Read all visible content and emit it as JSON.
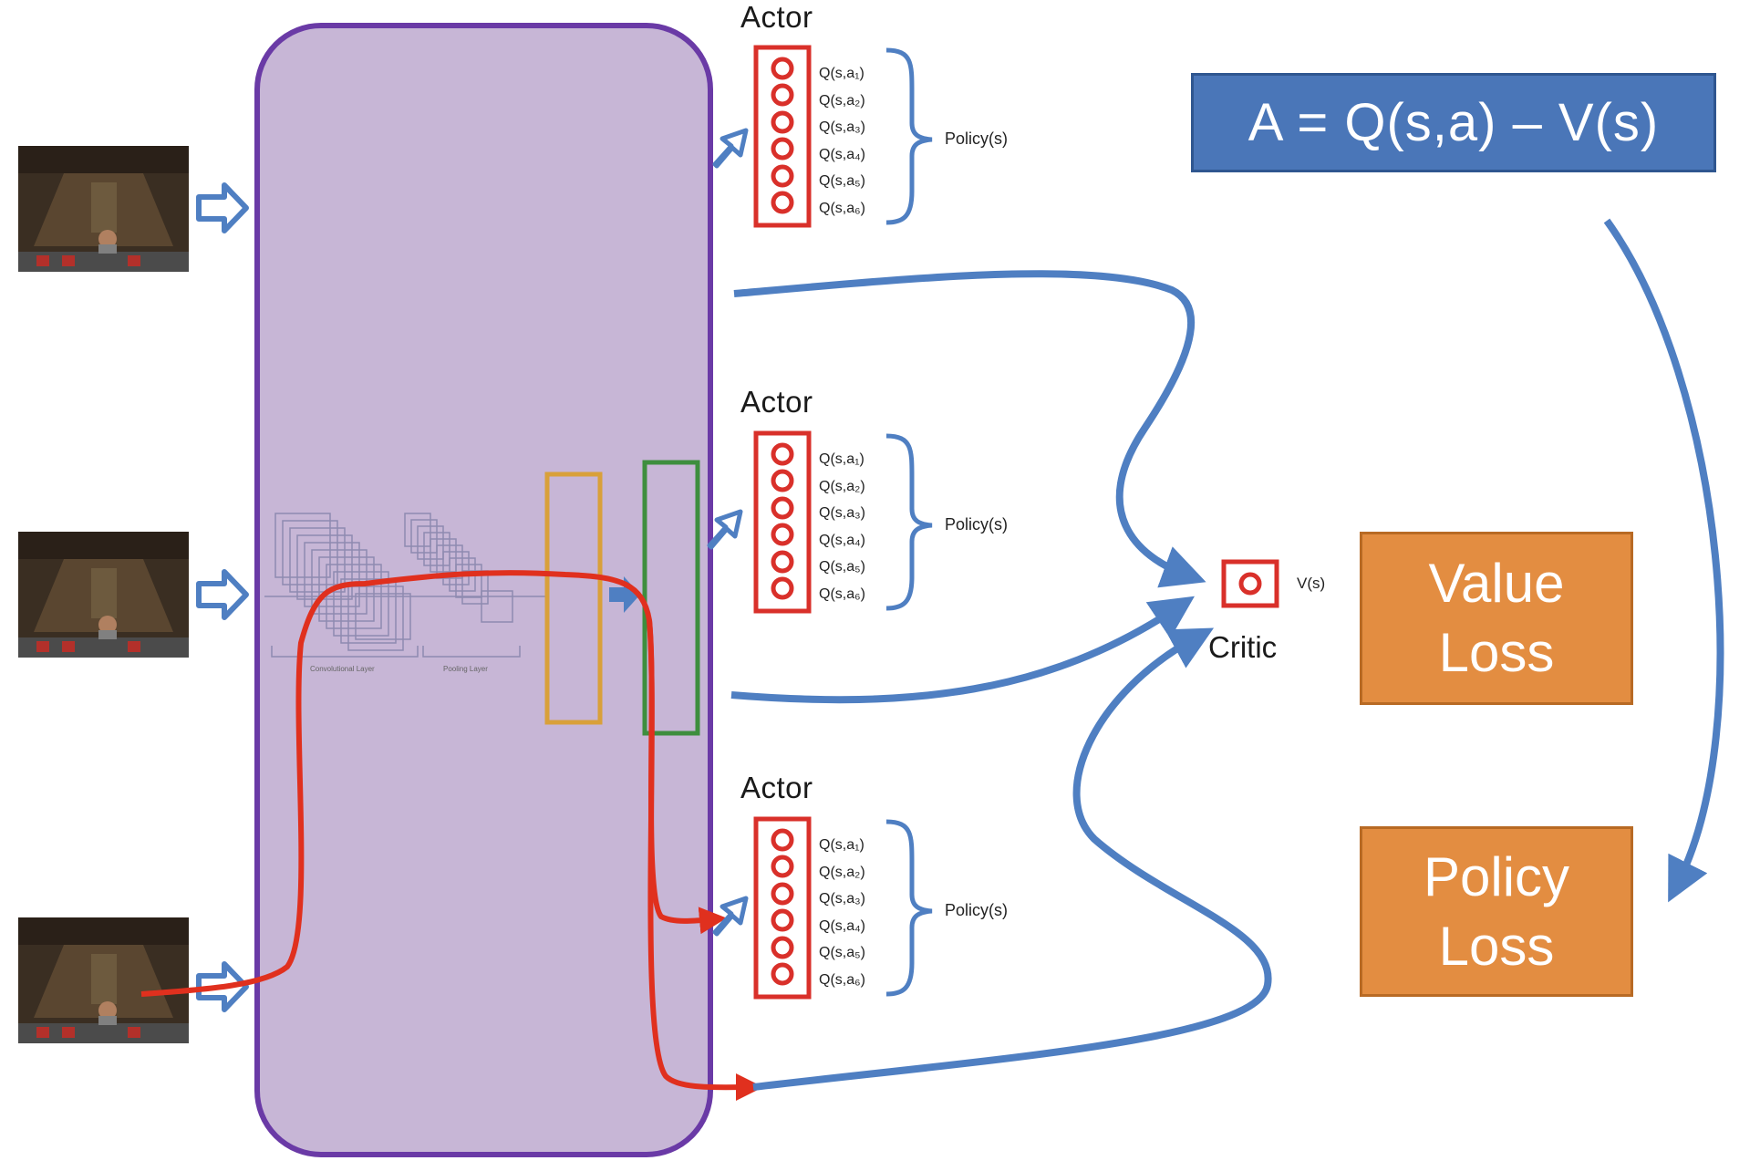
{
  "actors": [
    {
      "label": "Actor",
      "q_values": [
        "Q(s,a₁)",
        "Q(s,a₂)",
        "Q(s,a₃)",
        "Q(s,a₄)",
        "Q(s,a₅)",
        "Q(s,a₆)"
      ],
      "policy_label": "Policy(s)"
    },
    {
      "label": "Actor",
      "q_values": [
        "Q(s,a₁)",
        "Q(s,a₂)",
        "Q(s,a₃)",
        "Q(s,a₄)",
        "Q(s,a₅)",
        "Q(s,a₆)"
      ],
      "policy_label": "Policy(s)"
    },
    {
      "label": "Actor",
      "q_values": [
        "Q(s,a₁)",
        "Q(s,a₂)",
        "Q(s,a₃)",
        "Q(s,a₄)",
        "Q(s,a₅)",
        "Q(s,a₆)"
      ],
      "policy_label": "Policy(s)"
    }
  ],
  "formula": "A = Q(s,a) – V(s)",
  "critic": {
    "label": "Critic",
    "value_label": "V(s)"
  },
  "value_loss": {
    "line1": "Value",
    "line2": "Loss"
  },
  "policy_loss": {
    "line1": "Policy",
    "line2": "Loss"
  },
  "cnn": {
    "conv_caption": "Convolutional Layer",
    "pool_caption": "Pooling Layer"
  },
  "colors": {
    "network_fill": "#c7b6d6",
    "network_border": "#6a3aa6",
    "arrow_blue": "#4f7fc2",
    "arrow_red": "#e0301e",
    "neuron_red": "#d9302a",
    "hidden_orange": "#d9a03a",
    "hidden_green": "#3e8e3e",
    "loss_orange": "#e38d41",
    "formula_blue": "#4a76b8"
  }
}
